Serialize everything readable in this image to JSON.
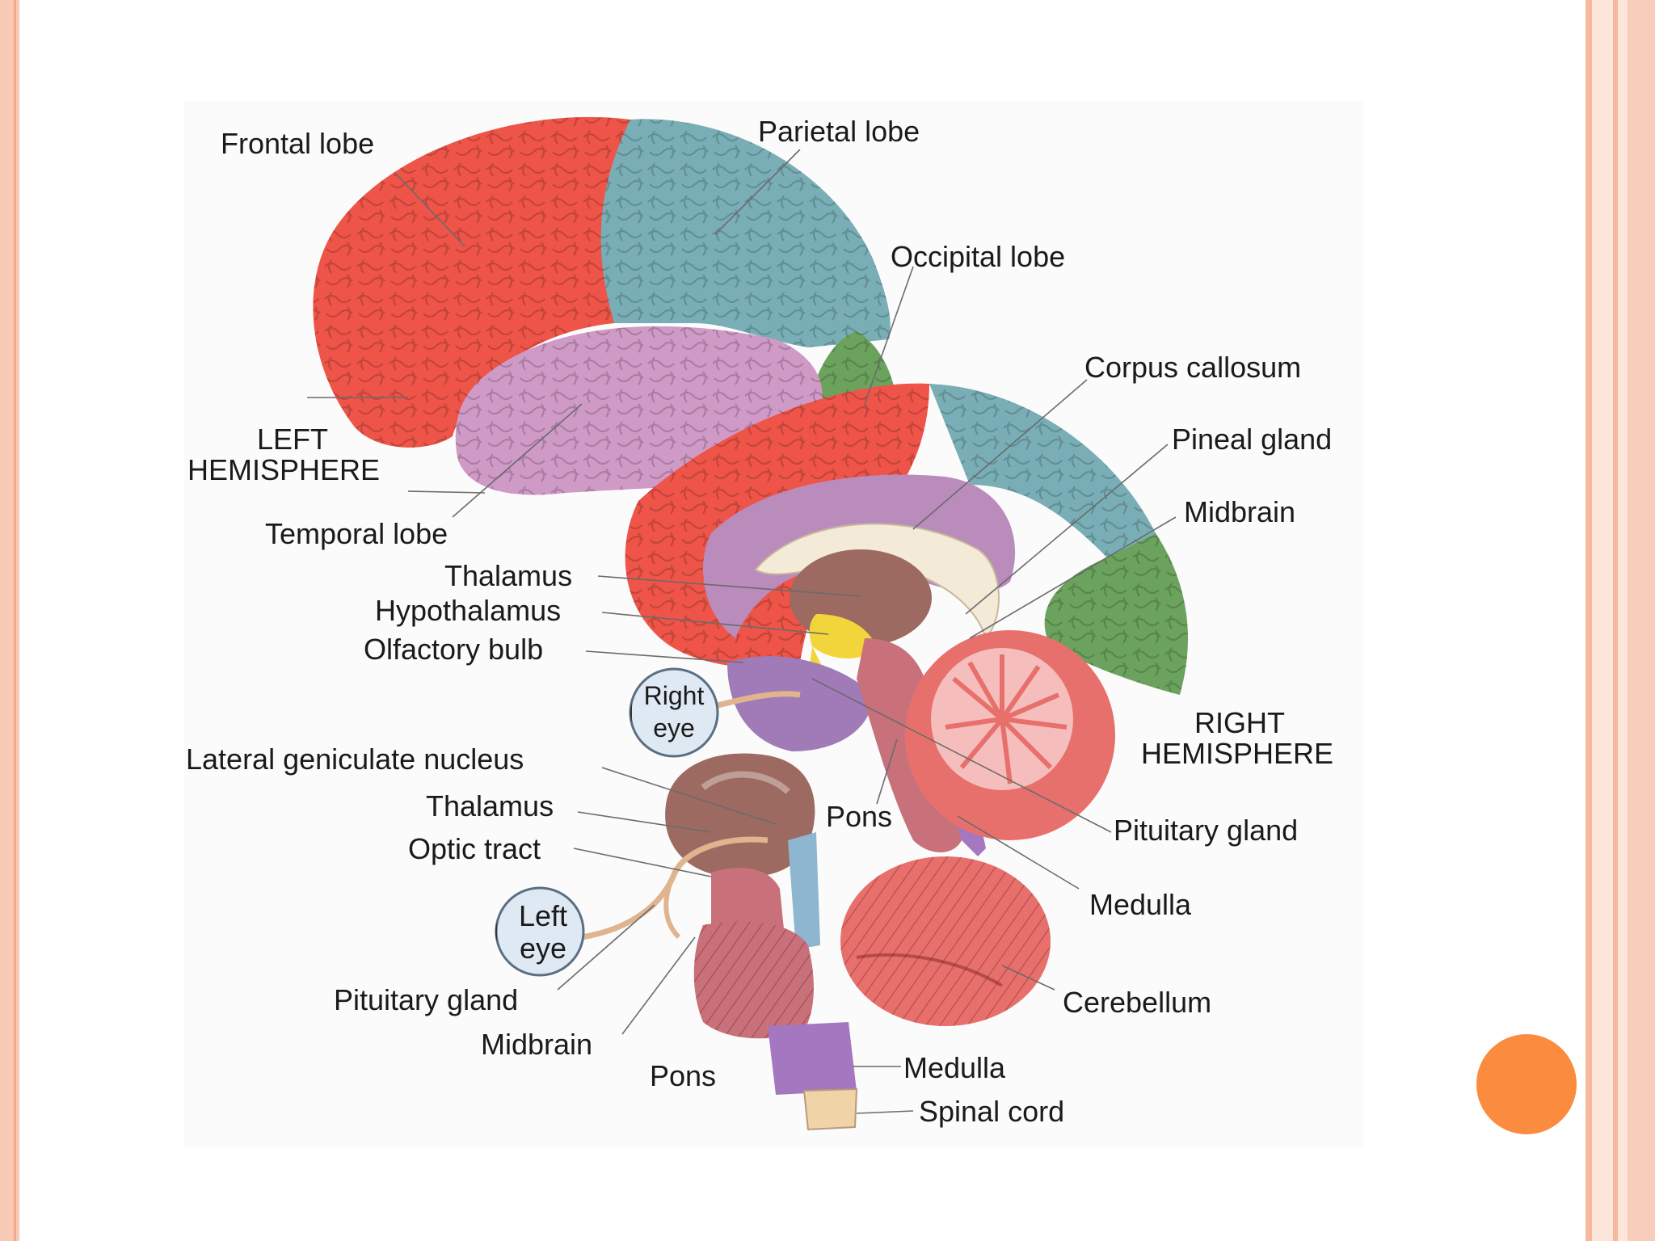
{
  "colors": {
    "frontal": "#ee5448",
    "parietal": "#79aeb6",
    "temporal": "#d09ac7",
    "occipital": "#6ba35e",
    "thalamus": "#9c6a60",
    "hypothalamus": "#f1d53a",
    "brainstem": "#c8717a",
    "medulla": "#a477c0",
    "cerebellum": "#e8706c",
    "accent_dot": "#fb8b3e"
  },
  "labels": {
    "frontal_lobe": "Frontal lobe",
    "parietal_lobe": "Parietal lobe",
    "occipital_lobe": "Occipital lobe",
    "corpus_callosum": "Corpus callosum",
    "pineal_gland": "Pineal gland",
    "midbrain_right": "Midbrain",
    "left_hemisphere_1": "LEFT",
    "left_hemisphere_2": "HEMISPHERE",
    "temporal_lobe": "Temporal lobe",
    "thalamus_top": "Thalamus",
    "hypothalamus": "Hypothalamus",
    "olfactory_bulb": "Olfactory bulb",
    "right_eye_1": "Right",
    "right_eye_2": "eye",
    "right_hemisphere_1": "RIGHT",
    "right_hemisphere_2": "HEMISPHERE",
    "lateral_geniculate": "Lateral geniculate nucleus",
    "thalamus_bottom": "Thalamus",
    "optic_tract": "Optic tract",
    "pons_mid": "Pons",
    "pituitary_right": "Pituitary gland",
    "medulla_right": "Medulla",
    "left_eye_1": "Left",
    "left_eye_2": "eye",
    "cerebellum": "Cerebellum",
    "pituitary_left": "Pituitary gland",
    "midbrain_left": "Midbrain",
    "pons_bottom": "Pons",
    "medulla_bottom": "Medulla",
    "spinal_cord": "Spinal cord"
  }
}
